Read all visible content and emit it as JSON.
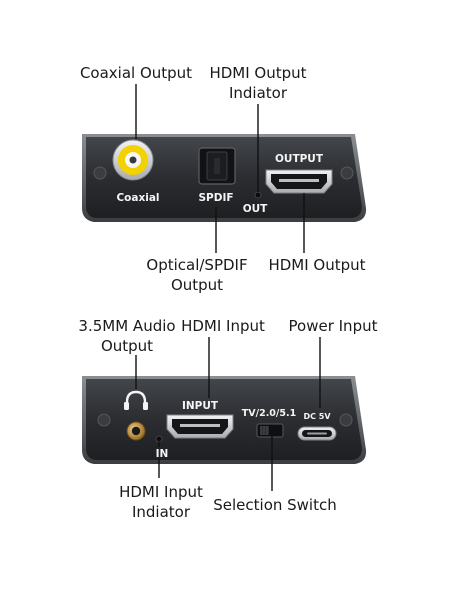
{
  "callouts": {
    "coaxial_output": "Coaxial Output",
    "hdmi_output_indicator": [
      "HDMI Output",
      "Indiator"
    ],
    "optical_spdif_output": [
      "Optical/SPDIF",
      "Output"
    ],
    "hdmi_output": "HDMI Output",
    "audio_35mm_output": [
      "3.5MM Audio",
      "Output"
    ],
    "hdmi_input": "HDMI Input",
    "power_input": "Power Input",
    "hdmi_input_indicator": [
      "HDMI Input",
      "Indiator"
    ],
    "selection_switch": "Selection Switch"
  },
  "panel_top": {
    "coaxial_label": "Coaxial",
    "spdif_label": "SPDIF",
    "out_label": "OUT",
    "output_label": "OUTPUT"
  },
  "panel_bottom": {
    "input_label": "INPUT",
    "in_label": "IN",
    "switch_label": "TV/2.0/5.1",
    "dc_label": "DC 5V"
  },
  "icons": {
    "headphone": "headphone-icon"
  },
  "colors": {
    "body": "#2d2f33",
    "body_edge": "#5d6066",
    "port_silver": "#dcdde0",
    "rca_yellow": "#f2d200",
    "jack_gold": "#b8893a",
    "label_white": "#f4f4f4"
  }
}
